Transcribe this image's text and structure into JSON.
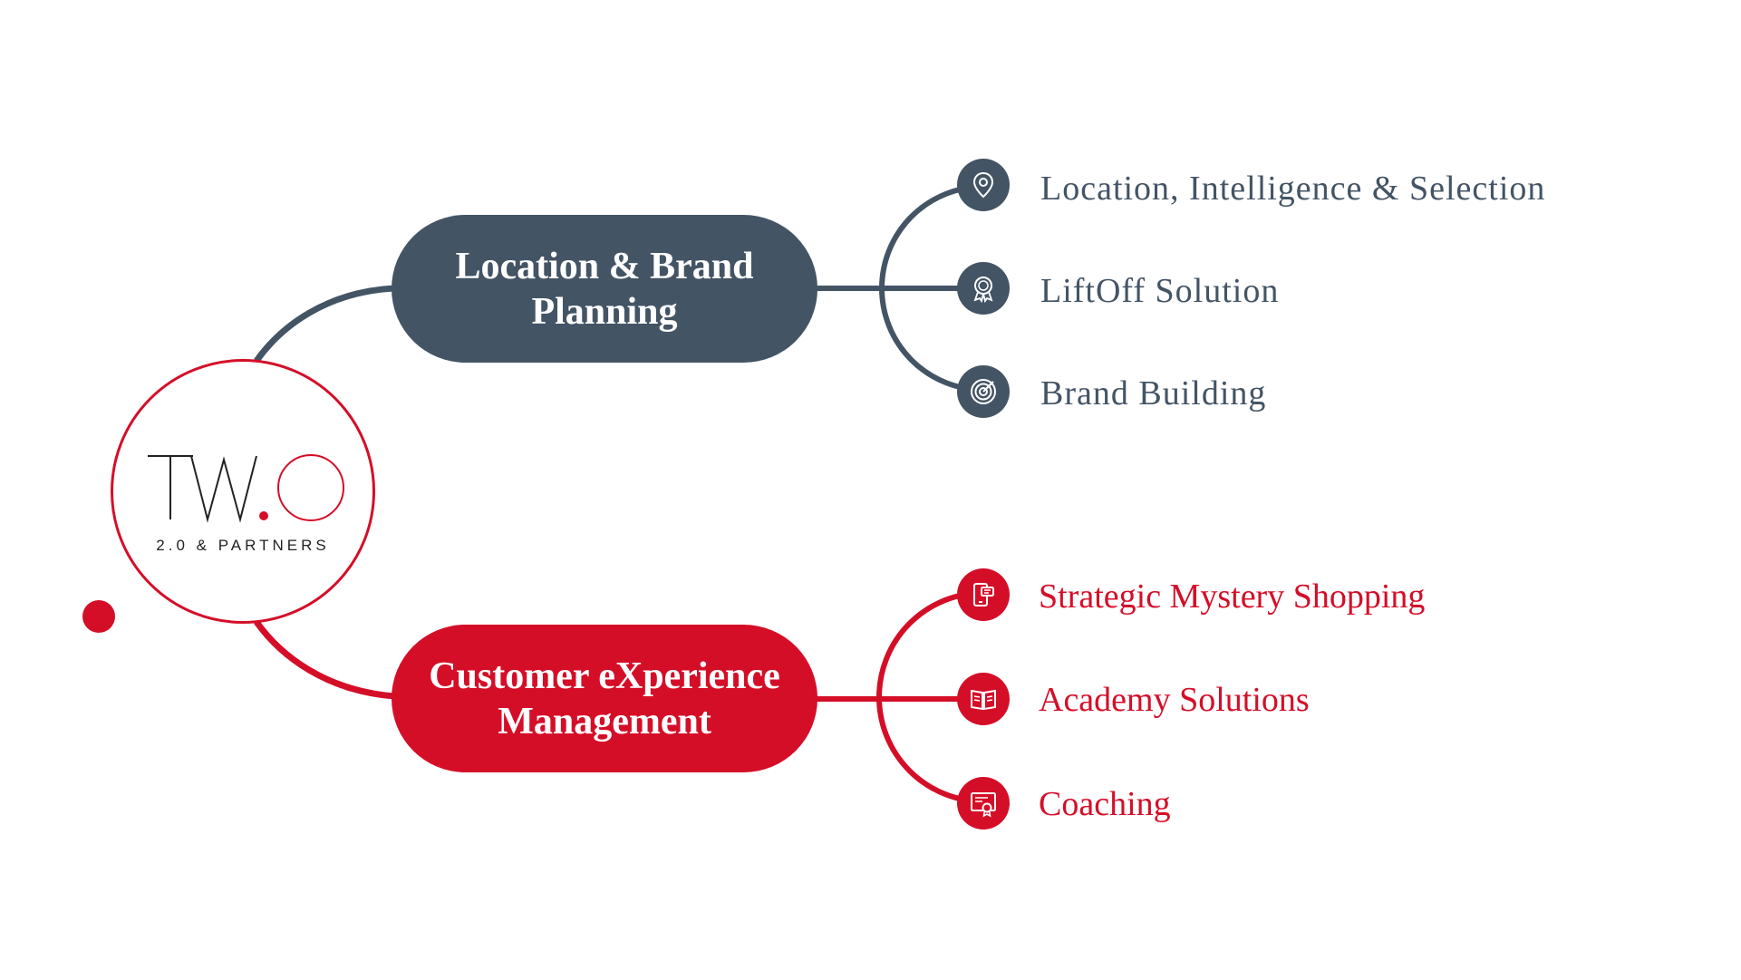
{
  "colors": {
    "slate": "#435465",
    "red": "#d50e28",
    "background": "#ffffff"
  },
  "logo": {
    "mark_letters": "TW",
    "mark_dot": ".",
    "mark_o": "O",
    "subtitle": "2.0 & PARTNERS"
  },
  "branches": [
    {
      "title_line1": "Location & Brand",
      "title_line2": "Planning",
      "color": "#435465",
      "items": [
        {
          "label": "Location, Intelligence & Selection",
          "icon": "map-pin-icon"
        },
        {
          "label": "LiftOff Solution",
          "icon": "award-ribbon-icon"
        },
        {
          "label": "Brand Building",
          "icon": "target-icon"
        }
      ]
    },
    {
      "title_line1": "Customer eXperience",
      "title_line2": "Management",
      "color": "#d50e28",
      "items": [
        {
          "label": "Strategic Mystery Shopping",
          "icon": "mobile-chat-icon"
        },
        {
          "label": "Academy Solutions",
          "icon": "open-book-icon"
        },
        {
          "label": "Coaching",
          "icon": "certificate-icon"
        }
      ]
    }
  ]
}
